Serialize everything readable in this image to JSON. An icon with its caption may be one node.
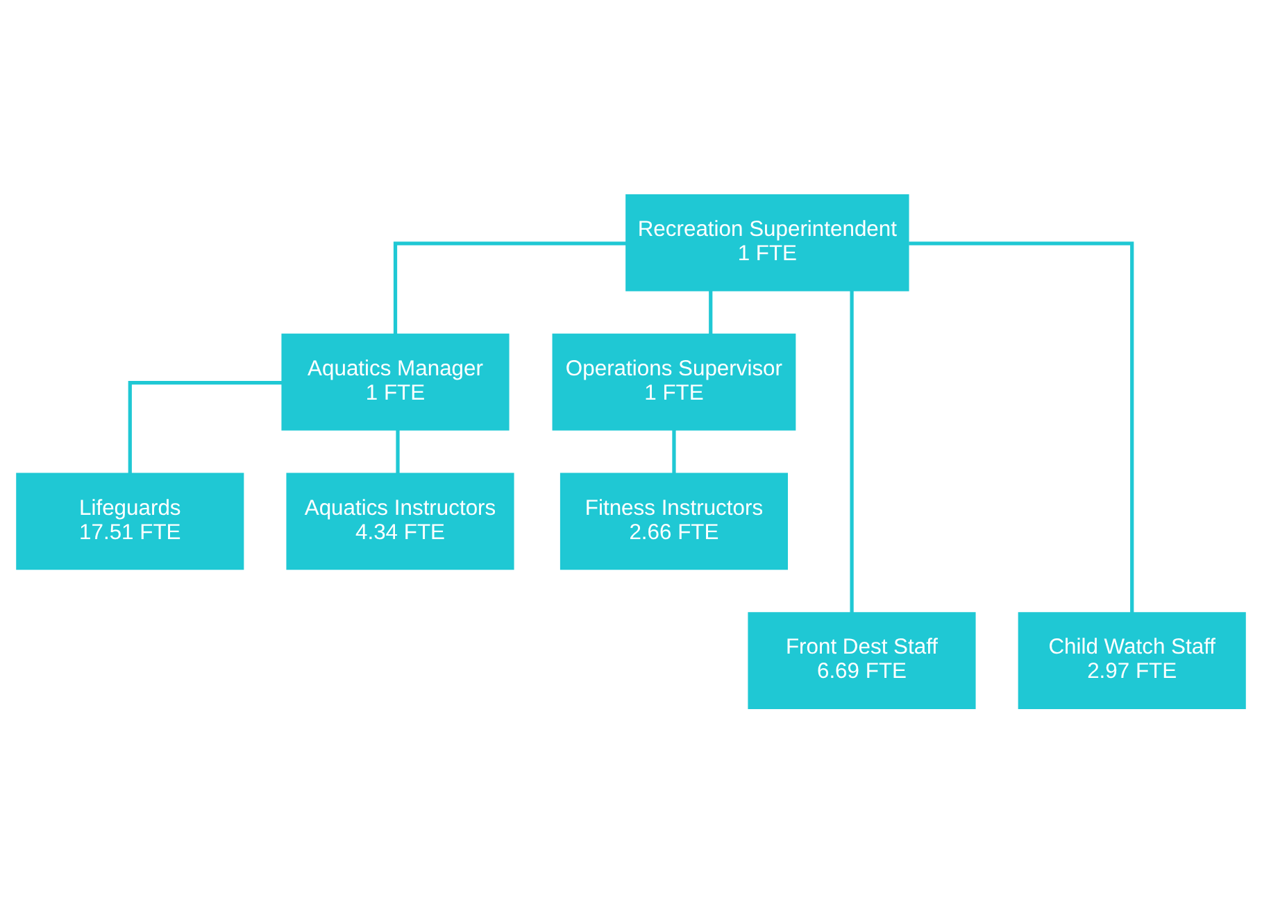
{
  "diagram": {
    "nodes": [
      {
        "text": [
          "Recreation Superintendent",
          "1 FTE"
        ]
      },
      {
        "text": [
          "Aquatics Manager",
          "1 FTE"
        ]
      },
      {
        "text": [
          "Operations Supervisor",
          "1 FTE"
        ]
      },
      {
        "text": [
          "Lifeguards",
          "17.51 FTE"
        ]
      },
      {
        "text": [
          "Aquatics Instructors",
          "4.34 FTE"
        ]
      },
      {
        "text": [
          "Fitness Instructors",
          "2.66 FTE"
        ]
      },
      {
        "text": [
          "Front Dest Staff",
          "6.69 FTE"
        ]
      },
      {
        "text": [
          "Child Watch Staff",
          "2.97 FTE"
        ]
      }
    ],
    "edges": [
      {
        "from": 0,
        "to": 1,
        "arrow": "none"
      },
      {
        "from": 0,
        "to": 2,
        "arrow": "none"
      },
      {
        "from": 1,
        "to": 3,
        "arrow": "none"
      },
      {
        "from": 1,
        "to": 4,
        "arrow": "none"
      },
      {
        "from": 2,
        "to": 5,
        "arrow": "none"
      },
      {
        "from": 0,
        "to": 6,
        "arrow": "none"
      },
      {
        "from": 0,
        "to": 7,
        "arrow": "none"
      }
    ]
  }
}
